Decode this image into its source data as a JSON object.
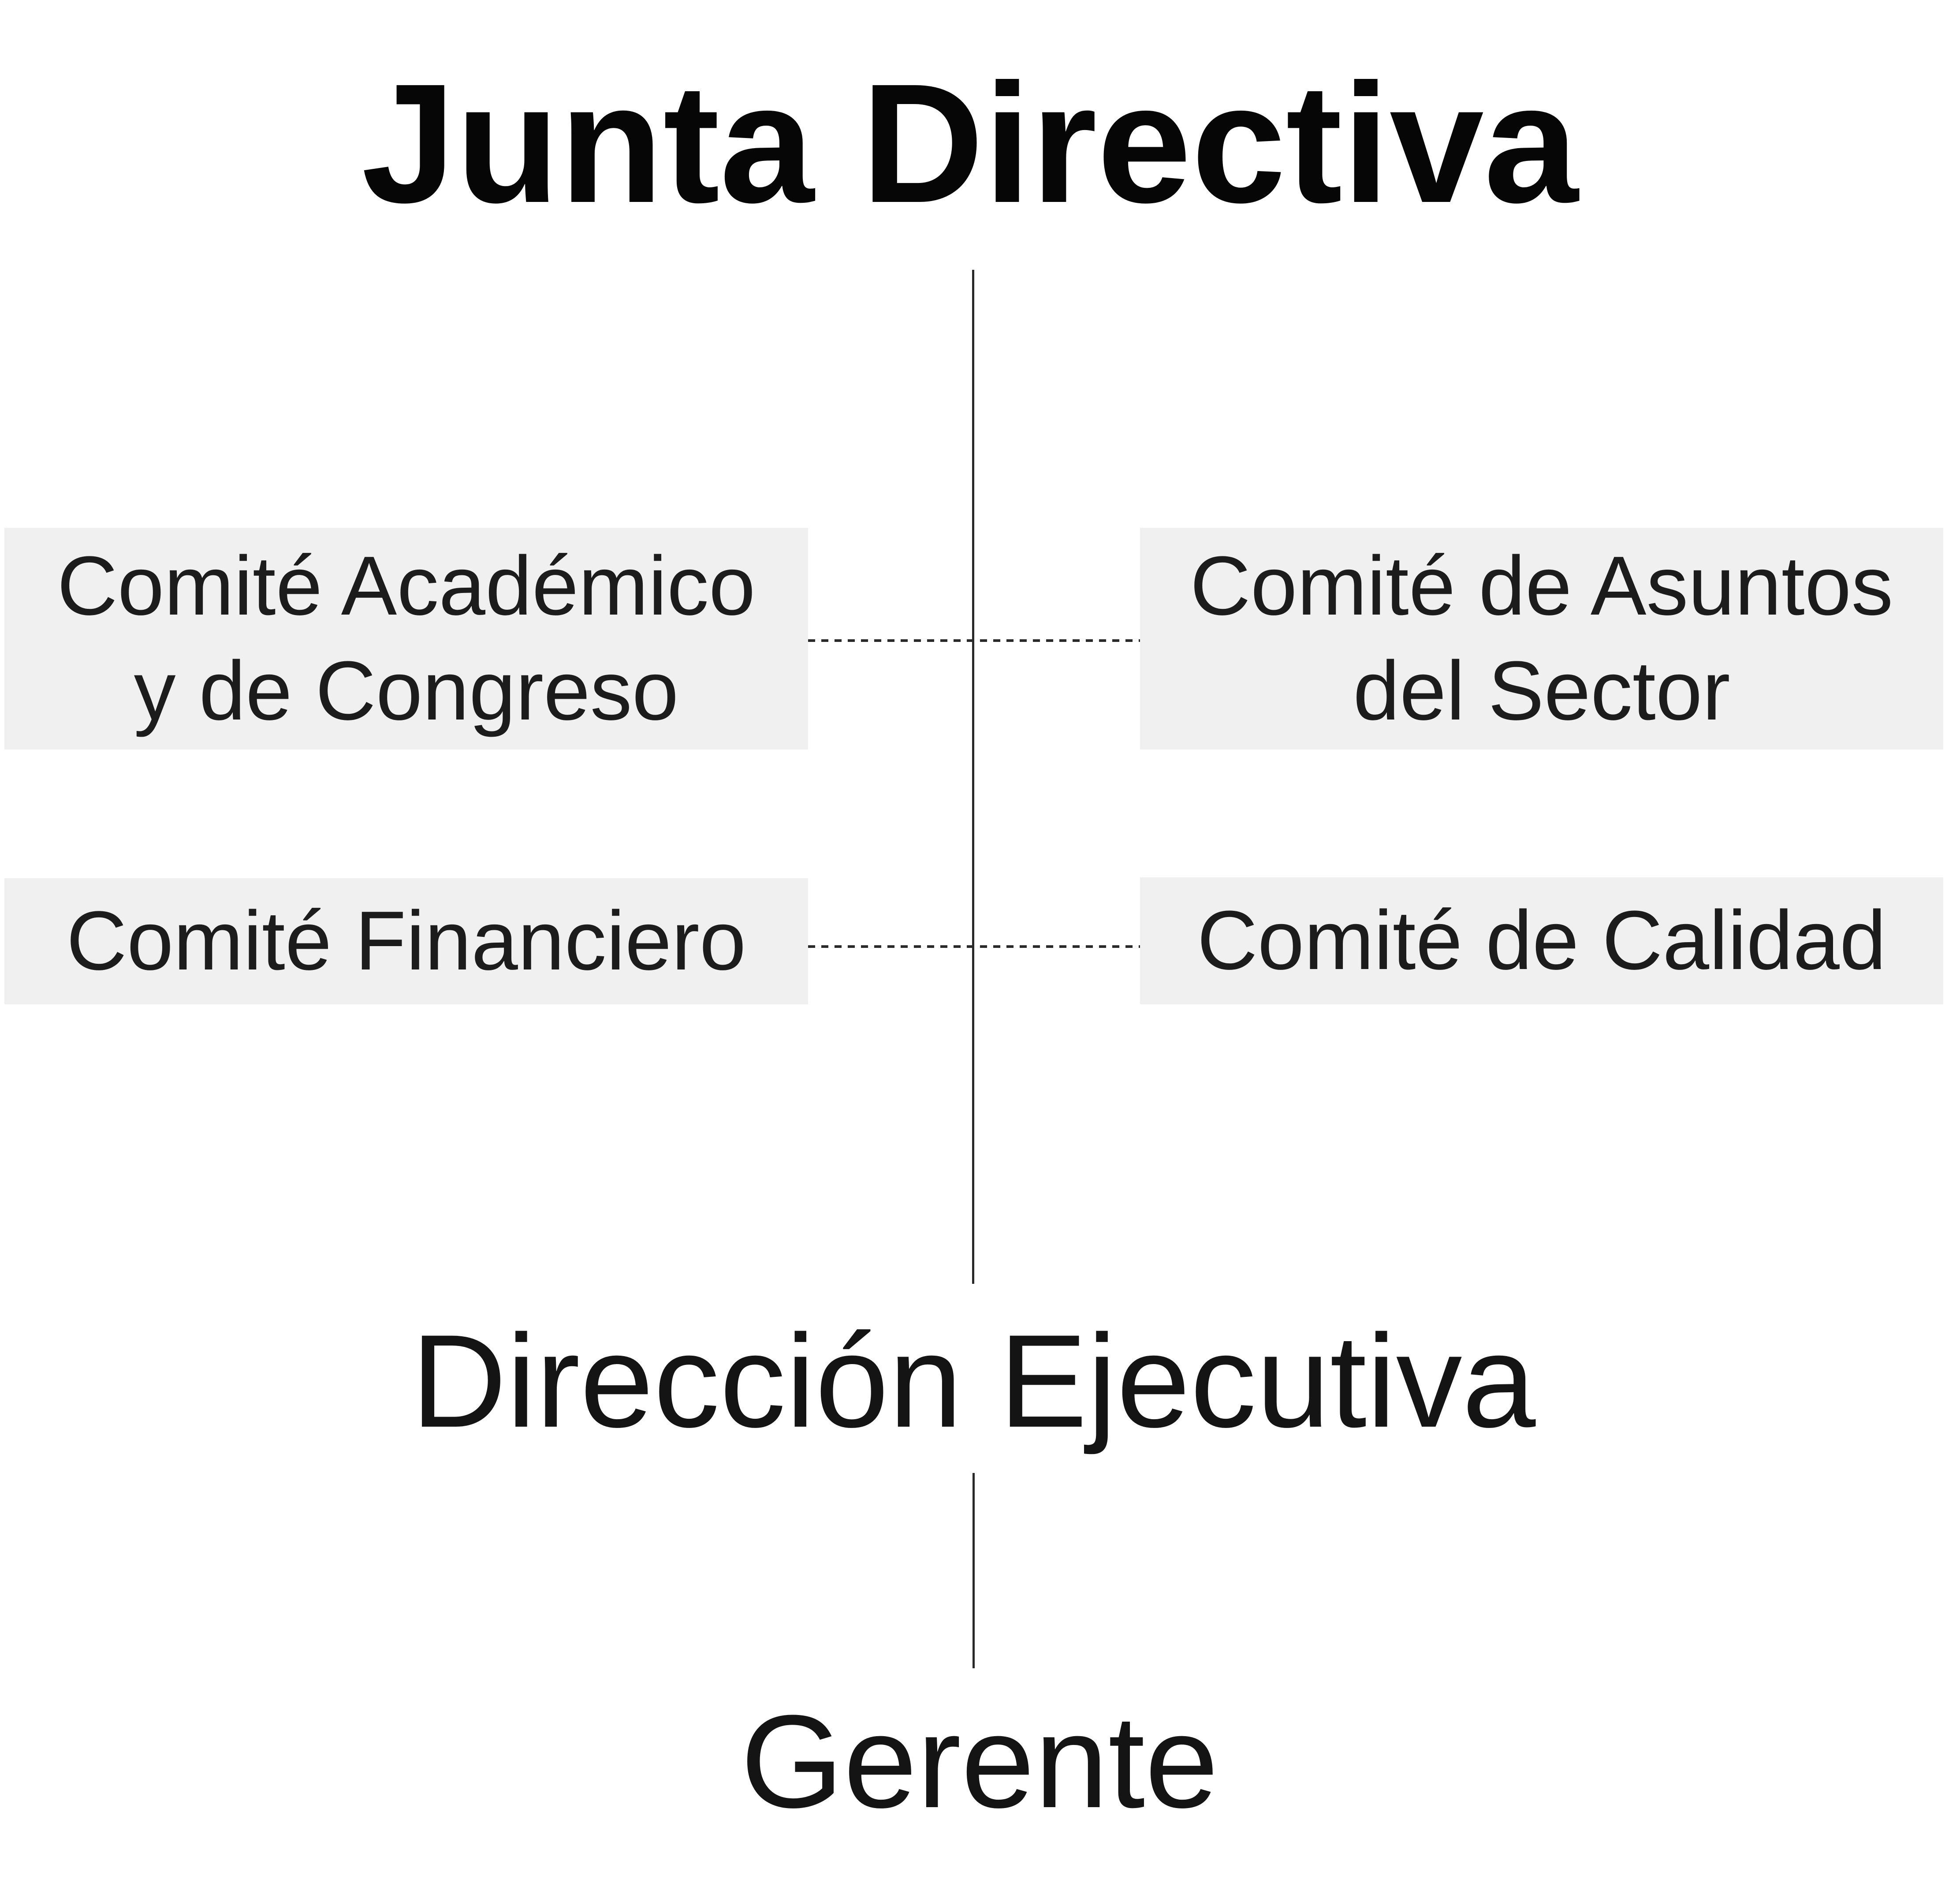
{
  "diagram": {
    "type": "org-chart",
    "root": {
      "label": "Junta Directiva"
    },
    "committees": [
      {
        "id": "academico",
        "label": "Comité Académico\ny de Congreso"
      },
      {
        "id": "asuntos",
        "label": "Comité de Asuntos\ndel Sector"
      },
      {
        "id": "financiero",
        "label": "Comité Financiero"
      },
      {
        "id": "calidad",
        "label": "Comité de Calidad"
      }
    ],
    "executive": {
      "label": "Dirección Ejecutiva"
    },
    "manager": {
      "label": "Gerente"
    },
    "connectors": {
      "solid_vertical_count": 2,
      "dashed_horizontal_count": 2,
      "dashed_style": "dotted horizontal ties from committees to central line"
    },
    "colors": {
      "background": "#ffffff",
      "box_background": "#f0f0f0",
      "text": "#1c1c1c",
      "title_text": "#060606",
      "line": "#2a2a2a"
    }
  }
}
